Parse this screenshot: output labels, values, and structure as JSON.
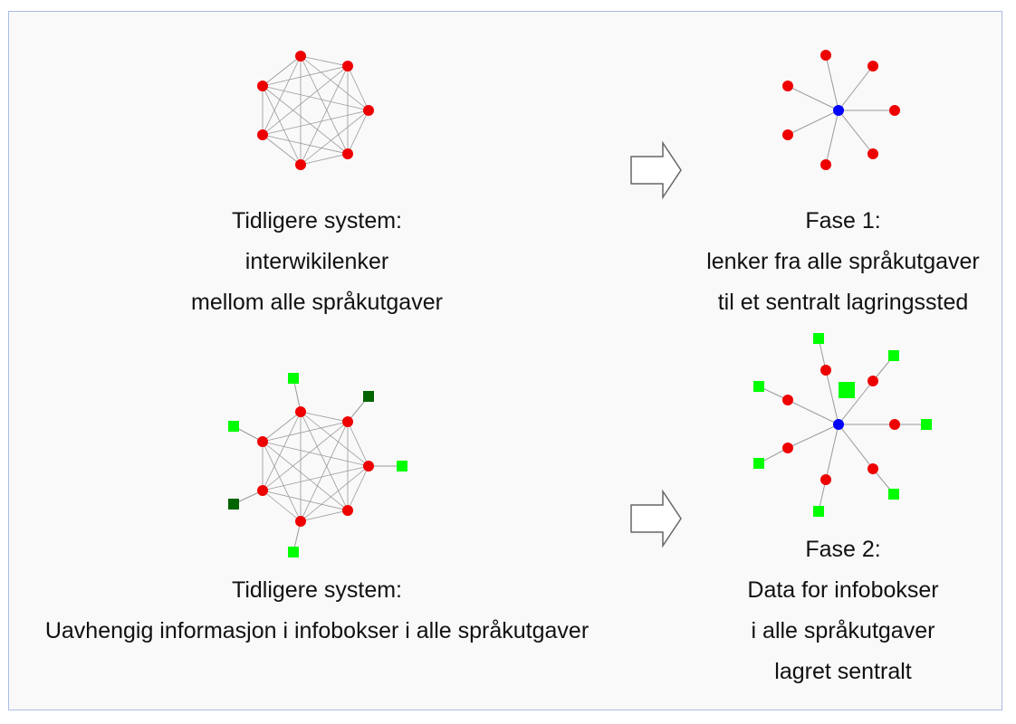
{
  "captions": {
    "top_left": {
      "line1": "Tidligere system:",
      "line2": "interwikilenker",
      "line3": "mellom alle språkutgaver"
    },
    "top_right": {
      "line1": "Fase 1:",
      "line2": "lenker fra alle språkutgaver",
      "line3": "til et sentralt lagringssted"
    },
    "bottom_left": {
      "line1": "Tidligere system:",
      "line2": "Uavhengig informasjon i infobokser i alle språkutgaver"
    },
    "bottom_right": {
      "line1": "Fase 2:",
      "line2": "Data for infobokser",
      "line3": "i alle språkutgaver",
      "line4": "lagret sentralt"
    }
  },
  "colors": {
    "frame_border": "#a9bce8",
    "background": "#f9f9f9",
    "node": "#ee0000",
    "hub": "#0000ff",
    "data_bright": "#00ff00",
    "data_dark": "#006400",
    "edge": "#999999",
    "arrow": "#666666"
  }
}
